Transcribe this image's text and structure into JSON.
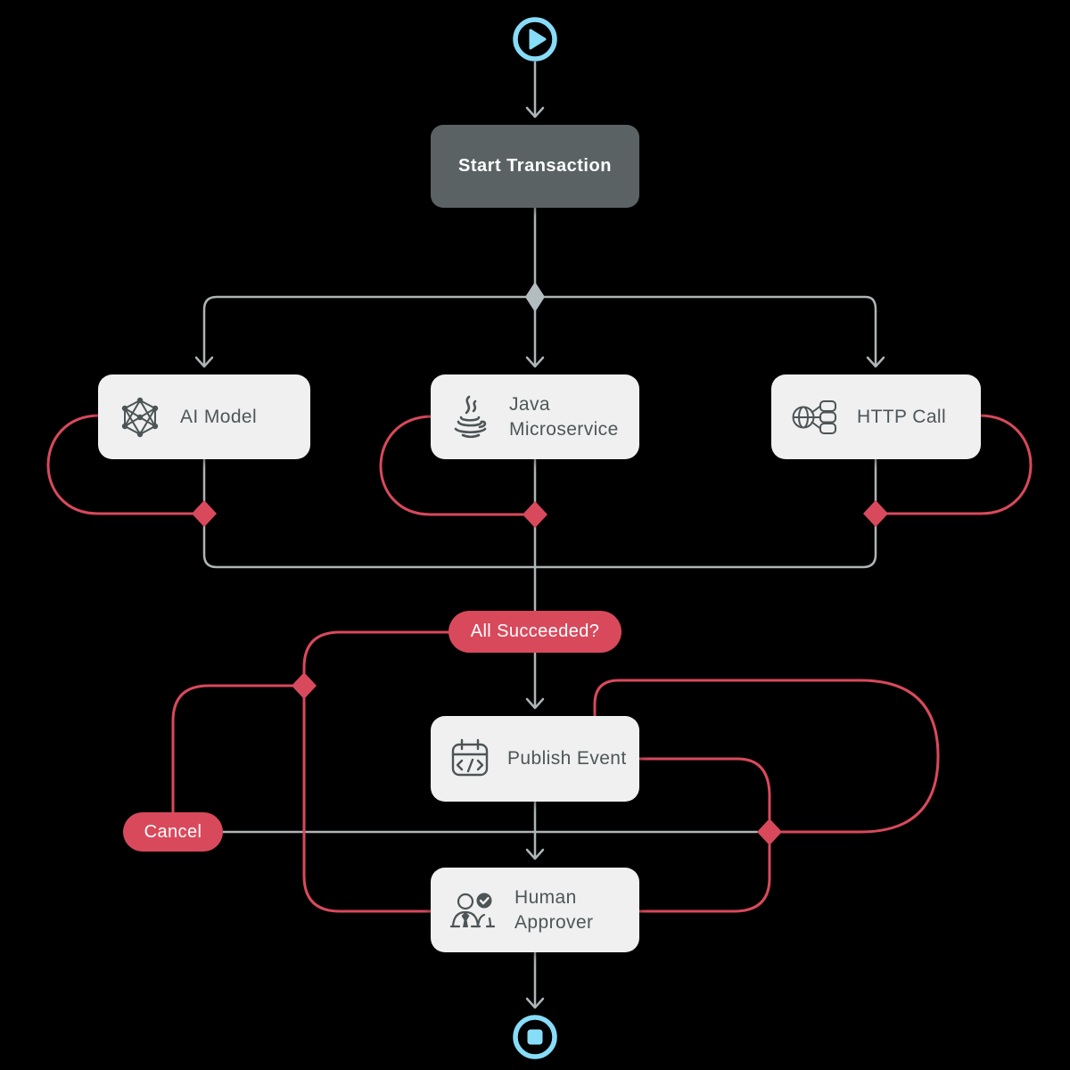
{
  "diagram": {
    "kind": "workflow-flowchart",
    "nodes": {
      "start_transaction": {
        "label": "Start Transaction"
      },
      "ai_model": {
        "label": "AI Model"
      },
      "java_microservice": {
        "label": "Java Microservice"
      },
      "http_call": {
        "label": "HTTP Call"
      },
      "all_succeeded": {
        "label": "All Succeeded?"
      },
      "publish_event": {
        "label": "Publish Event"
      },
      "cancel": {
        "label": "Cancel"
      },
      "human_approver": {
        "label": "Human Approver"
      }
    },
    "icons": {
      "start": "play-icon",
      "end": "stop-icon",
      "ai_model": "neural-network-icon",
      "java_microservice": "java-coffee-icon",
      "http_call": "globe-endpoints-icon",
      "publish_event": "calendar-code-icon",
      "human_approver": "person-check-icon",
      "parallel_gateway": "gray-diamond-marker",
      "compensation": "red-diamond-marker"
    }
  },
  "colors": {
    "canvas_bg": "#000000",
    "accent_red": "#D9495C",
    "node_dark": "#5A6264",
    "node_light": "#F0F0F0",
    "node_text": "#4E5658",
    "edge_gray": "#AEB5B7",
    "gateway_gray": "#B3BCBE",
    "icon_gray": "#4C5456",
    "event_blue": "#87DCF8"
  }
}
